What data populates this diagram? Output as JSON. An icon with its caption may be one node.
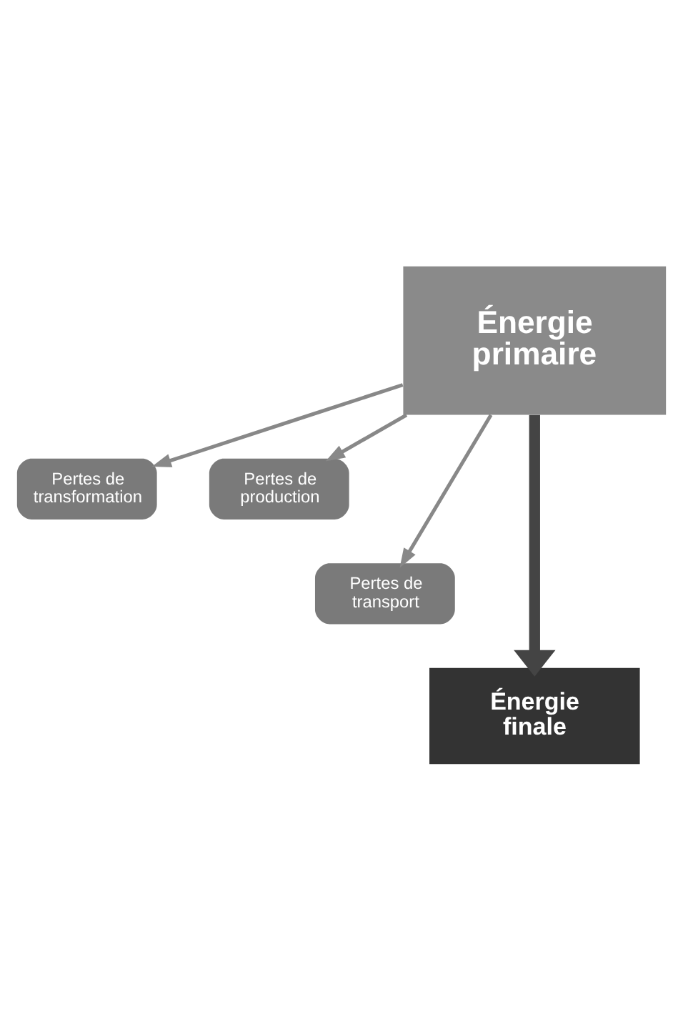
{
  "diagram": {
    "nodes": [
      {
        "text": [
          "Énergie primaire"
        ]
      },
      {
        "text": [
          "Pertes de transformation"
        ]
      },
      {
        "text": [
          "Pertes de production"
        ]
      },
      {
        "text": [
          "Pertes de transport"
        ]
      },
      {
        "text": [
          "Énergie finale"
        ]
      }
    ],
    "edges": [
      {
        "from": 0,
        "to": 1,
        "arrow": "to"
      },
      {
        "from": 0,
        "to": 2,
        "arrow": "to"
      },
      {
        "from": 0,
        "to": 3,
        "arrow": "to"
      },
      {
        "from": 0,
        "to": 4,
        "arrow": "to",
        "style": "thick",
        "color": "#444444"
      }
    ]
  }
}
